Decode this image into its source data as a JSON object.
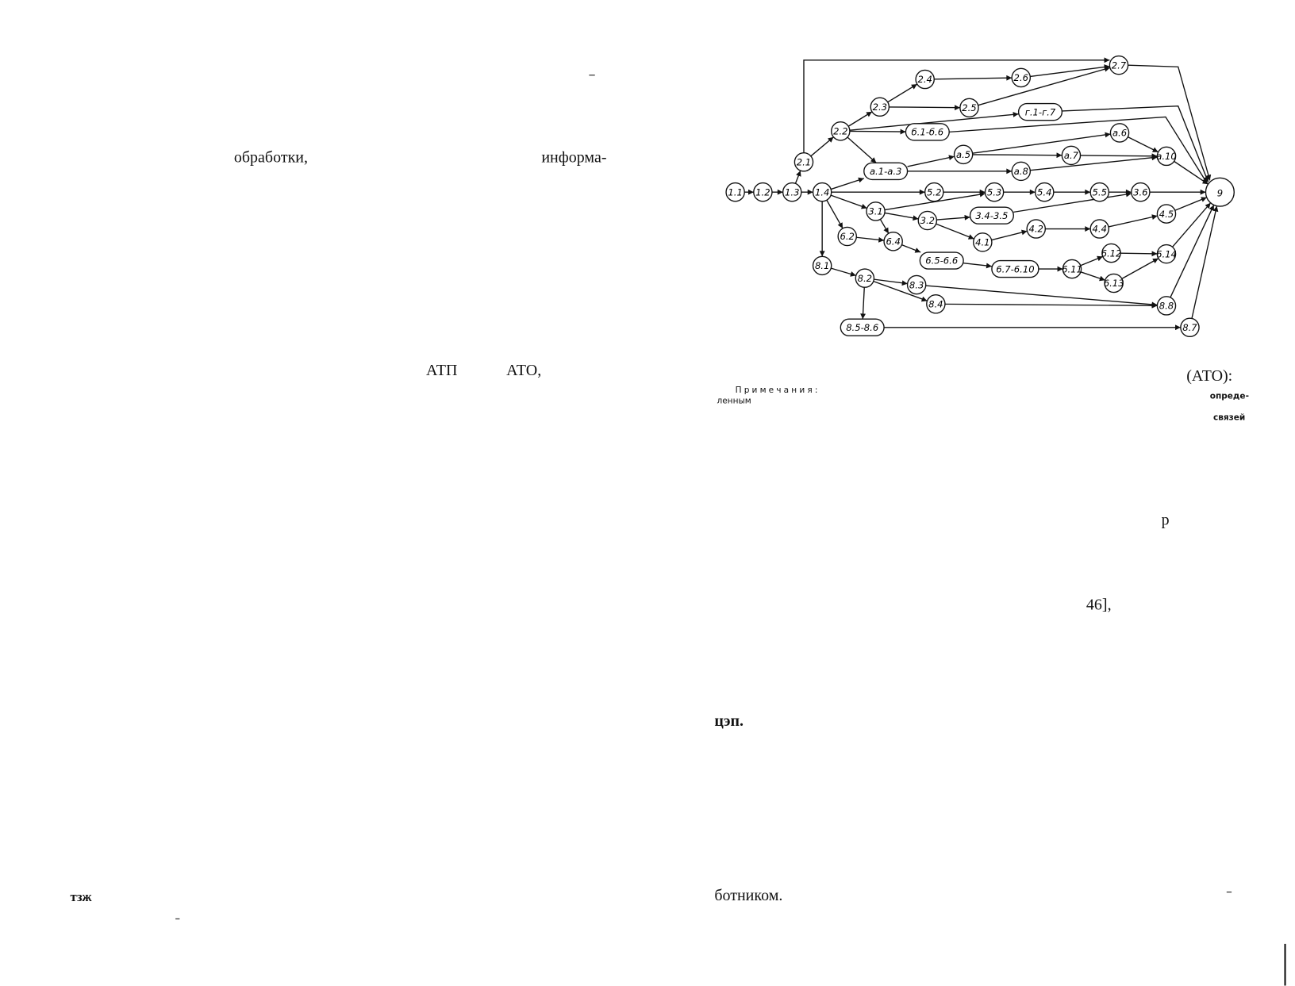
{
  "left_page": {
    "fragments": [
      "обработки,",
      "информа-",
      "АТП",
      "АТО,",
      "тзж"
    ]
  },
  "right_page": {
    "caption_tail": "(АТО):",
    "notes_heading": "Примечания:",
    "notes_word_1": "ленным",
    "notes_word_2": "опреде-",
    "notes_word_3": "связей",
    "fragment_p": "р",
    "fragment_ref": "46],",
    "fragment_cep": "цэп.",
    "fragment_worker": "ботником."
  },
  "diagram": {
    "nodes": [
      {
        "id": "1.1",
        "label": "1.1",
        "shape": "circle"
      },
      {
        "id": "1.2",
        "label": "1.2",
        "shape": "circle"
      },
      {
        "id": "1.3",
        "label": "1.3",
        "shape": "circle"
      },
      {
        "id": "1.4",
        "label": "1.4",
        "shape": "circle"
      },
      {
        "id": "2.1",
        "label": "2.1",
        "shape": "circle"
      },
      {
        "id": "2.2",
        "label": "2.2",
        "shape": "circle"
      },
      {
        "id": "2.3",
        "label": "2.3",
        "shape": "circle"
      },
      {
        "id": "2.4",
        "label": "2.4",
        "shape": "circle"
      },
      {
        "id": "2.5",
        "label": "2.5",
        "shape": "circle"
      },
      {
        "id": "2.6",
        "label": "2.6",
        "shape": "circle"
      },
      {
        "id": "2.7",
        "label": "2.7",
        "shape": "circle"
      },
      {
        "id": "r",
        "label": "г.1-г.7",
        "shape": "pill"
      },
      {
        "id": "b",
        "label": "б.1-б.6",
        "shape": "pill"
      },
      {
        "id": "a13",
        "label": "а.1-а.3",
        "shape": "pill"
      },
      {
        "id": "a5",
        "label": "а.5",
        "shape": "circle"
      },
      {
        "id": "a6",
        "label": "а.6",
        "shape": "circle"
      },
      {
        "id": "a7",
        "label": "а.7",
        "shape": "circle"
      },
      {
        "id": "a8",
        "label": "а.8",
        "shape": "circle"
      },
      {
        "id": "a10",
        "label": "а.10",
        "shape": "circle"
      },
      {
        "id": "5.2",
        "label": "5.2",
        "shape": "circle"
      },
      {
        "id": "5.3",
        "label": "5.3",
        "shape": "circle"
      },
      {
        "id": "5.4",
        "label": "5.4",
        "shape": "circle"
      },
      {
        "id": "5.5",
        "label": "5.5",
        "shape": "circle"
      },
      {
        "id": "3.6",
        "label": "3.6",
        "shape": "circle"
      },
      {
        "id": "9",
        "label": "9",
        "shape": "big"
      },
      {
        "id": "3.1",
        "label": "3.1",
        "shape": "circle"
      },
      {
        "id": "3.2",
        "label": "3.2",
        "shape": "circle"
      },
      {
        "id": "3435",
        "label": "3.4-3.5",
        "shape": "pill"
      },
      {
        "id": "4.1",
        "label": "4.1",
        "shape": "circle"
      },
      {
        "id": "4.2",
        "label": "4.2",
        "shape": "circle"
      },
      {
        "id": "4.4",
        "label": "4.4",
        "shape": "circle"
      },
      {
        "id": "4.5",
        "label": "4.5",
        "shape": "circle"
      },
      {
        "id": "6.2",
        "label": "6.2",
        "shape": "circle"
      },
      {
        "id": "6.4",
        "label": "6.4",
        "shape": "circle"
      },
      {
        "id": "6566",
        "label": "6.5-6.6",
        "shape": "pill"
      },
      {
        "id": "67610",
        "label": "6.7-6.10",
        "shape": "pill"
      },
      {
        "id": "6.11",
        "label": "6.11",
        "shape": "circle"
      },
      {
        "id": "6.12",
        "label": "6.12",
        "shape": "circle"
      },
      {
        "id": "6.13",
        "label": "6.13",
        "shape": "circle"
      },
      {
        "id": "6.14",
        "label": "6.14",
        "shape": "circle"
      },
      {
        "id": "8.1",
        "label": "8.1",
        "shape": "circle"
      },
      {
        "id": "8.2",
        "label": "8.2",
        "shape": "circle"
      },
      {
        "id": "8.3",
        "label": "8.3",
        "shape": "circle"
      },
      {
        "id": "8.4",
        "label": "8.4",
        "shape": "circle"
      },
      {
        "id": "8.8",
        "label": "8.8",
        "shape": "circle"
      },
      {
        "id": "8586",
        "label": "8.5-8.6",
        "shape": "pill"
      },
      {
        "id": "8.7",
        "label": "8.7",
        "shape": "circle"
      }
    ]
  }
}
